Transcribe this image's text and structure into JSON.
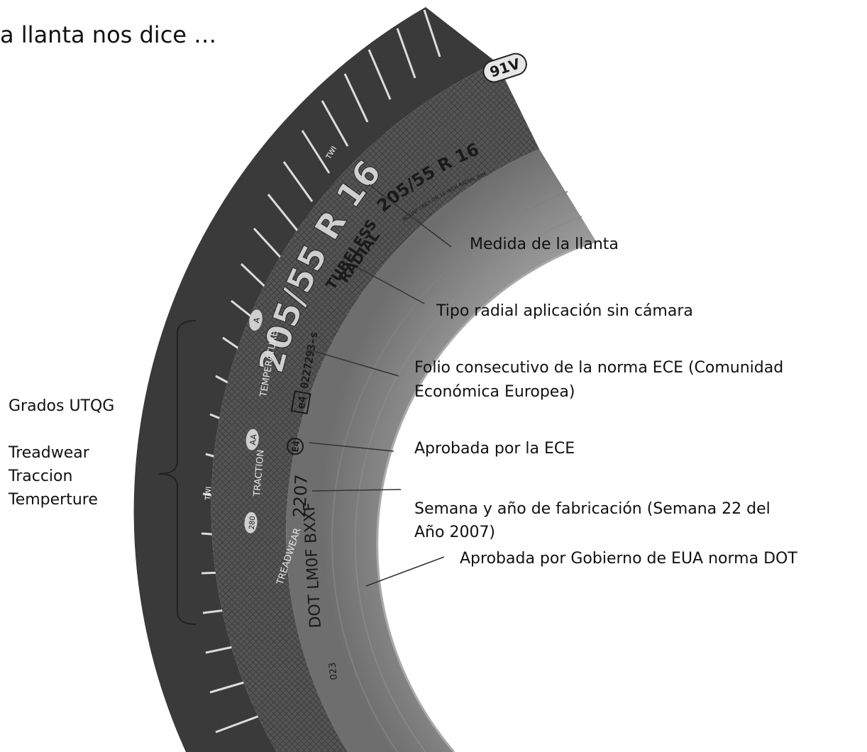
{
  "title": "a llanta nos dice …",
  "sidewall": {
    "size_large": "205/55 R 16",
    "size_small": "205/55 R 16",
    "load_speed": "91V",
    "rim_note": "MOUNT ONLY ON 16 INCH RADIAL RIM",
    "radial": "RADIAL",
    "tubeless": "TUBELESS",
    "ece_box": "e4",
    "ece_number": "0227293-s",
    "ece_circle": "E4",
    "date_code": "2207",
    "dot_code": "DOT LM0F BXXF",
    "temperature_label": "TEMPERATURE",
    "temperature_grade": "A",
    "traction_label": "TRACTION",
    "traction_grade": "AA",
    "treadwear_label": "TREADWEAR",
    "treadwear_grade": "280",
    "twi": "TWI",
    "plant_code": "023"
  },
  "annotations": {
    "size": "Medida de la llanta",
    "type": "Tipo radial aplicación sin cámara",
    "folio_line1": "Folio consecutivo de la norma  ECE (Comunidad",
    "folio_line2": "Económica Europea)",
    "ece": "Aprobada por la ECE",
    "week_line1": "Semana y año de fabricación (Semana 22 del",
    "week_line2": "Año 2007)",
    "dot": "Aprobada por  Gobierno de EUA norma DOT"
  },
  "utqg": {
    "heading": "Grados UTQG",
    "items": [
      "Treadwear",
      "Traccion",
      "Temperture"
    ]
  },
  "colors": {
    "tread": "#3a3a3a",
    "band": "#4d4d4d",
    "sidewall": "#9a9a9a",
    "text_light": "#e6e6e6",
    "text_dark": "#1a1a1a"
  }
}
